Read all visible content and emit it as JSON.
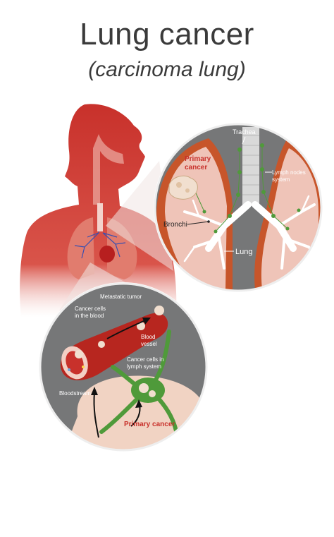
{
  "title": "Lung cancer",
  "subtitle": "(carcinoma lung)",
  "labels": {
    "trachea": "Trachea",
    "primary_cancer_top_1": "Primary",
    "primary_cancer_top_2": "cancer",
    "lymph_nodes_1": "Lymph nodes",
    "lymph_nodes_2": "system",
    "bronchi": "Bronchi",
    "lung": "Lung",
    "metastatic_tumor": "Metastatic tumor",
    "cancer_cells_blood_1": "Cancer cells",
    "cancer_cells_blood_2": "in the blood",
    "blood_vessel_1": "Blood",
    "blood_vessel_2": "vessel",
    "cancer_cells_lymph_1": "Cancer cells in",
    "cancer_cells_lymph_2": "lymph system",
    "bloodstream": "Bloodstream",
    "primary_cancer_bottom": "Primary cancer"
  },
  "colors": {
    "body_red": "#c8312b",
    "lung_pink": "#efc4b8",
    "lung_border": "#c7552a",
    "circle_gray": "#767778",
    "lymph_green": "#4f9a3a",
    "label_red": "#c8312b"
  }
}
